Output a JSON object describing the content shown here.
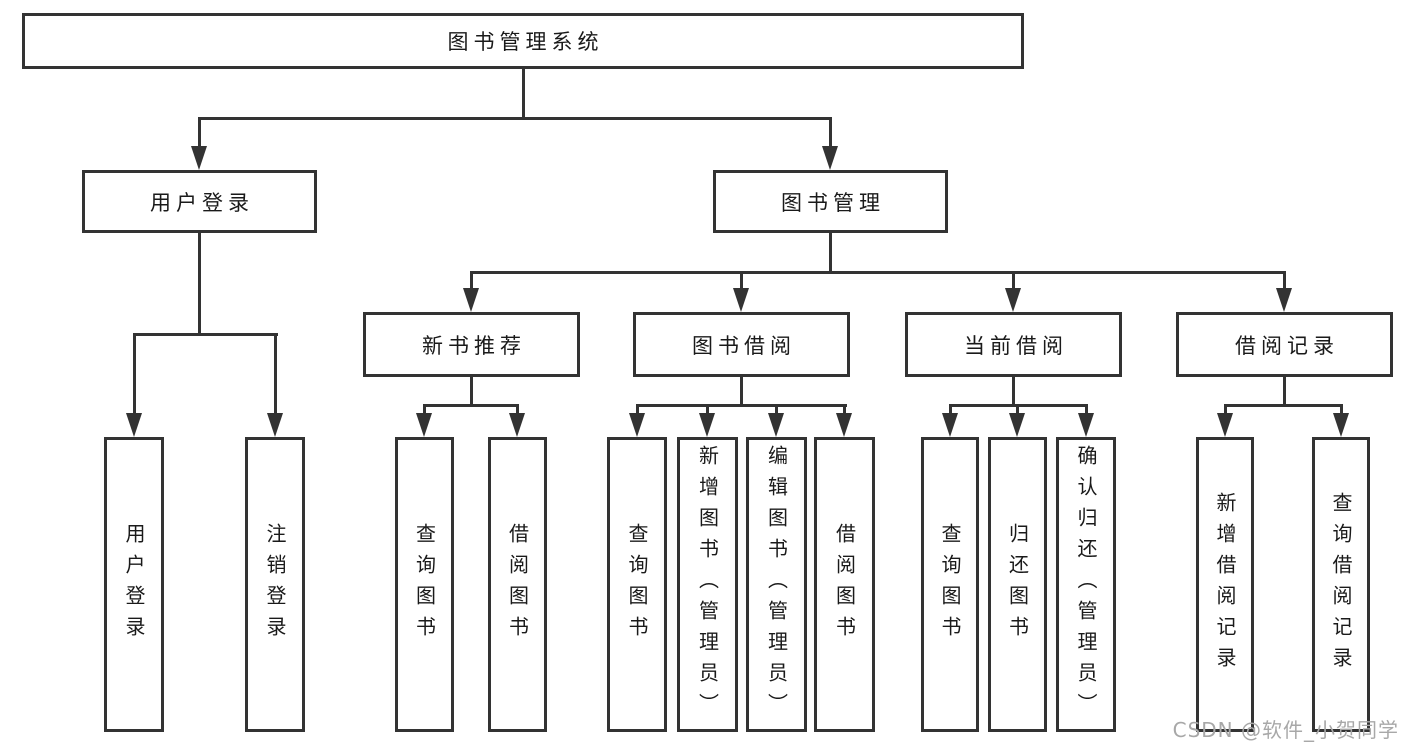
{
  "diagram": {
    "root": {
      "label": "图书管理系统"
    },
    "branches": [
      {
        "label": "用户登录",
        "children": [
          "用户登录",
          "注销登录"
        ]
      },
      {
        "label": "图书管理",
        "modules": [
          {
            "label": "新书推荐",
            "children": [
              "查询图书",
              "借阅图书"
            ]
          },
          {
            "label": "图书借阅",
            "children": [
              "查询图书",
              "新增图书（管理员）",
              "编辑图书（管理员）",
              "借阅图书"
            ]
          },
          {
            "label": "当前借阅",
            "children": [
              "查询图书",
              "归还图书",
              "确认归还（管理员）"
            ]
          },
          {
            "label": "借阅记录",
            "children": [
              "新增借阅记录",
              "查询借阅记录"
            ]
          }
        ]
      }
    ]
  },
  "colors": {
    "line": "#333333",
    "background": "#ffffff",
    "watermark": "#a8a8a8"
  },
  "watermark": {
    "text": "CSDN @软件_小贺同学"
  }
}
